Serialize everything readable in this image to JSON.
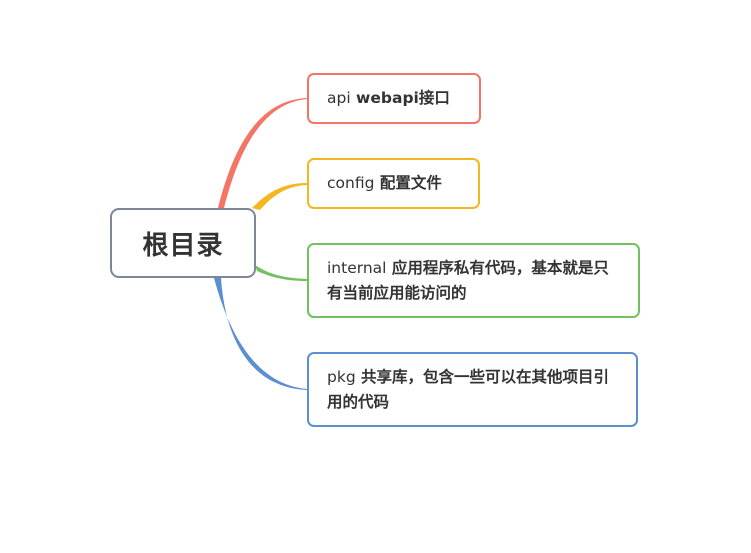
{
  "root": {
    "label": "根目录",
    "border_color": "#7e8796"
  },
  "branches": [
    {
      "name": "api",
      "desc": " webapi接口",
      "color": "#f47565"
    },
    {
      "name": "config",
      "desc": " 配置文件",
      "color": "#f5b721"
    },
    {
      "name": "internal",
      "desc": " 应用程序私有代码，基本就是只有当前应用能访问的",
      "color": "#72c05f"
    },
    {
      "name": "pkg",
      "desc": " 共享库，包含一些可以在其他项目引用的代码",
      "color": "#5b8fd0"
    }
  ]
}
